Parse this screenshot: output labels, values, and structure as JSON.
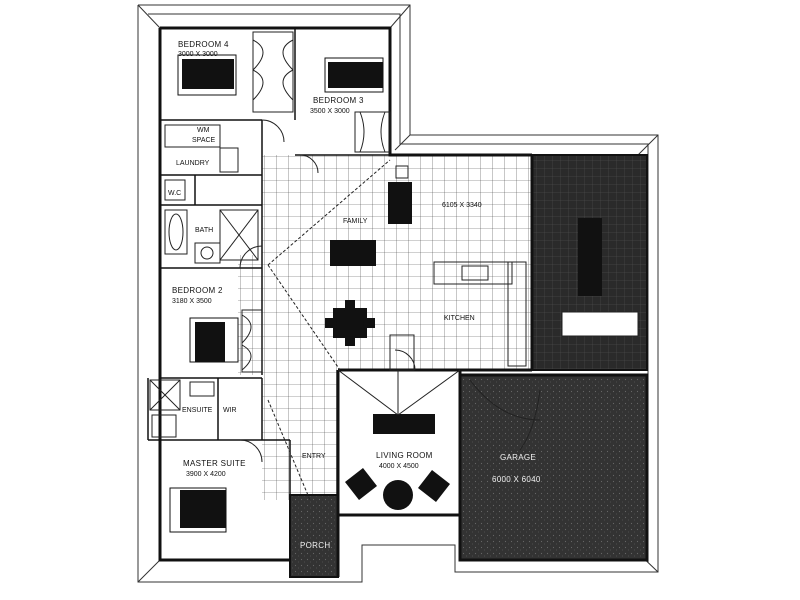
{
  "rooms": {
    "bedroom4": {
      "name": "BEDROOM 4",
      "size": "3000 X 3000"
    },
    "bedroom3": {
      "name": "BEDROOM 3",
      "size": "3500 X 3000"
    },
    "wm_space": {
      "name": "WM",
      "sub": "SPACE"
    },
    "laundry": {
      "name": "LAUNDRY"
    },
    "wc": {
      "name": "W.C"
    },
    "bath": {
      "name": "BATH"
    },
    "family": {
      "name": "FAMILY",
      "size": "6105 X 3340"
    },
    "bedroom2": {
      "name": "BEDROOM 2",
      "size": "3180 X 3500"
    },
    "kitchen": {
      "name": "KITCHEN"
    },
    "ensuite": {
      "name": "ENSUITE",
      "wir": "WIR"
    },
    "master": {
      "name": "MASTER SUITE",
      "size": "3900 X 4200"
    },
    "entry": {
      "name": "ENTRY"
    },
    "living": {
      "name": "LIVING ROOM",
      "size": "4000 X 4500"
    },
    "garage": {
      "name": "GARAGE",
      "size": "6000 X 6040"
    },
    "porch": {
      "name": "PORCH"
    }
  }
}
